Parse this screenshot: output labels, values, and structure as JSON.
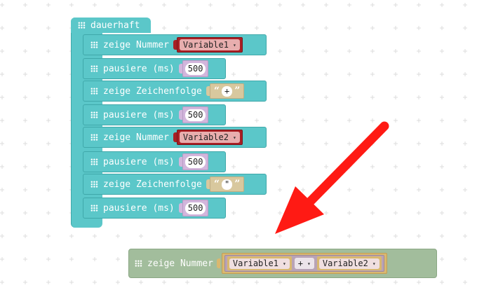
{
  "forever": {
    "label": "dauerhaft"
  },
  "stmts": [
    {
      "label": "zeige Nummer",
      "value": "Variable1"
    },
    {
      "label": "pausiere (ms)",
      "value": "500"
    },
    {
      "label": "zeige Zeichenfolge",
      "value": "+"
    },
    {
      "label": "pausiere (ms)",
      "value": "500"
    },
    {
      "label": "zeige Nummer",
      "value": "Variable2"
    },
    {
      "label": "pausiere (ms)",
      "value": "500"
    },
    {
      "label": "zeige Zeichenfolge",
      "value": "\""
    },
    {
      "label": "pausiere (ms)",
      "value": "500"
    }
  ],
  "loose": {
    "label": "zeige Nummer",
    "left_var": "Variable1",
    "operator": "+",
    "right_var": "Variable2"
  },
  "dropdown_caret": "▾",
  "quote_open": "“",
  "quote_close": "”",
  "colors": {
    "block_teal": "#5bc7c9",
    "variable_red": "#a91f24",
    "number_purple": "#d2b6dc",
    "string_tan": "#d8c89e",
    "disabled_green": "#a2bd9c",
    "arrow_red": "#ff1a14"
  }
}
